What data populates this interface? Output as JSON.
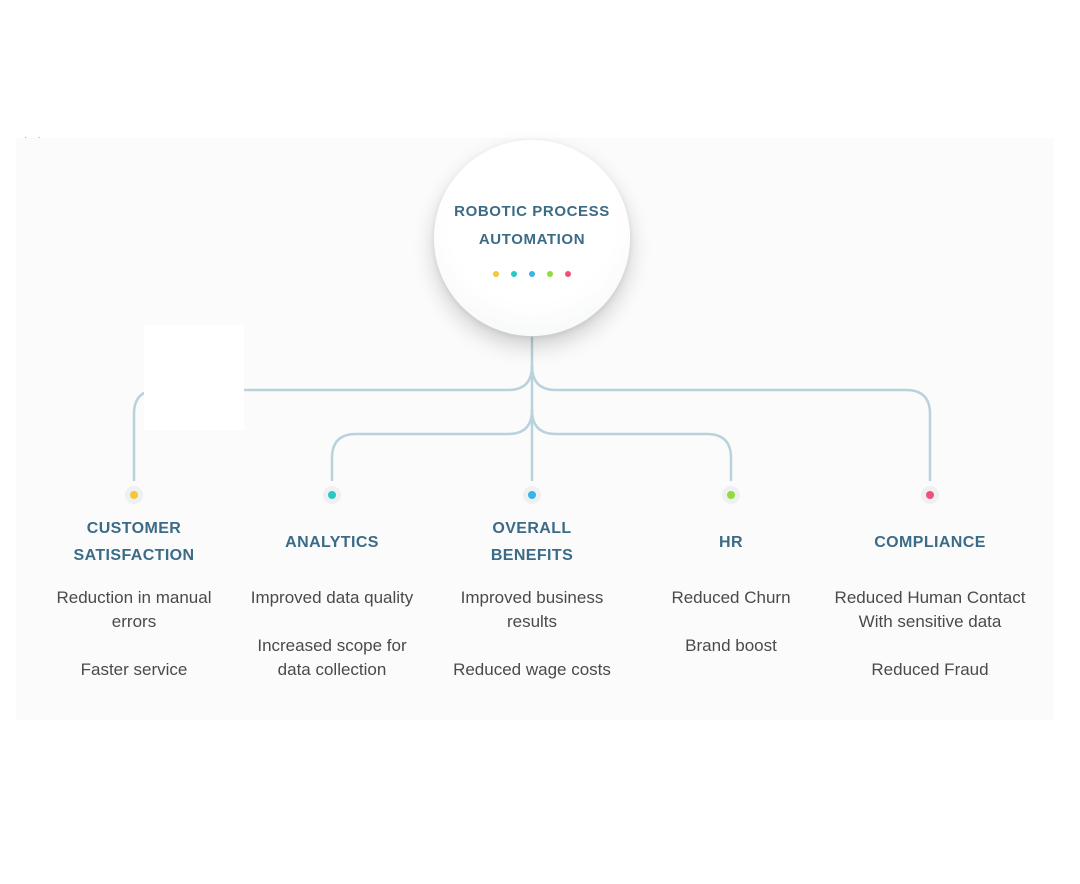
{
  "hub": {
    "title": "ROBOTIC PROCESS\nAUTOMATION",
    "dot_colors": [
      "#f5c63b",
      "#27c9c2",
      "#39b3ea",
      "#8fdc3a",
      "#f0507a"
    ]
  },
  "title_color": "#3b6b86",
  "line_color": "#b9d2dc",
  "categories": [
    {
      "title": "CUSTOMER\nSATISFACTION",
      "dot_color": "#f5c63b",
      "items": [
        "Reduction in manual\nerrors",
        "Faster service"
      ]
    },
    {
      "title": "ANALYTICS",
      "dot_color": "#27c9c2",
      "items": [
        "Improved data quality",
        "Increased scope for\ndata collection"
      ]
    },
    {
      "title": "OVERALL\nBENEFITS",
      "dot_color": "#39b3ea",
      "items": [
        "Improved business\nresults",
        "Reduced wage costs"
      ]
    },
    {
      "title": "HR",
      "dot_color": "#8fdc3a",
      "items": [
        "Reduced Churn",
        "Brand boost"
      ]
    },
    {
      "title": "COMPLIANCE",
      "dot_color": "#f0507a",
      "items": [
        "Reduced Human Contact\nWith sensitive data",
        "Reduced Fraud"
      ]
    }
  ]
}
